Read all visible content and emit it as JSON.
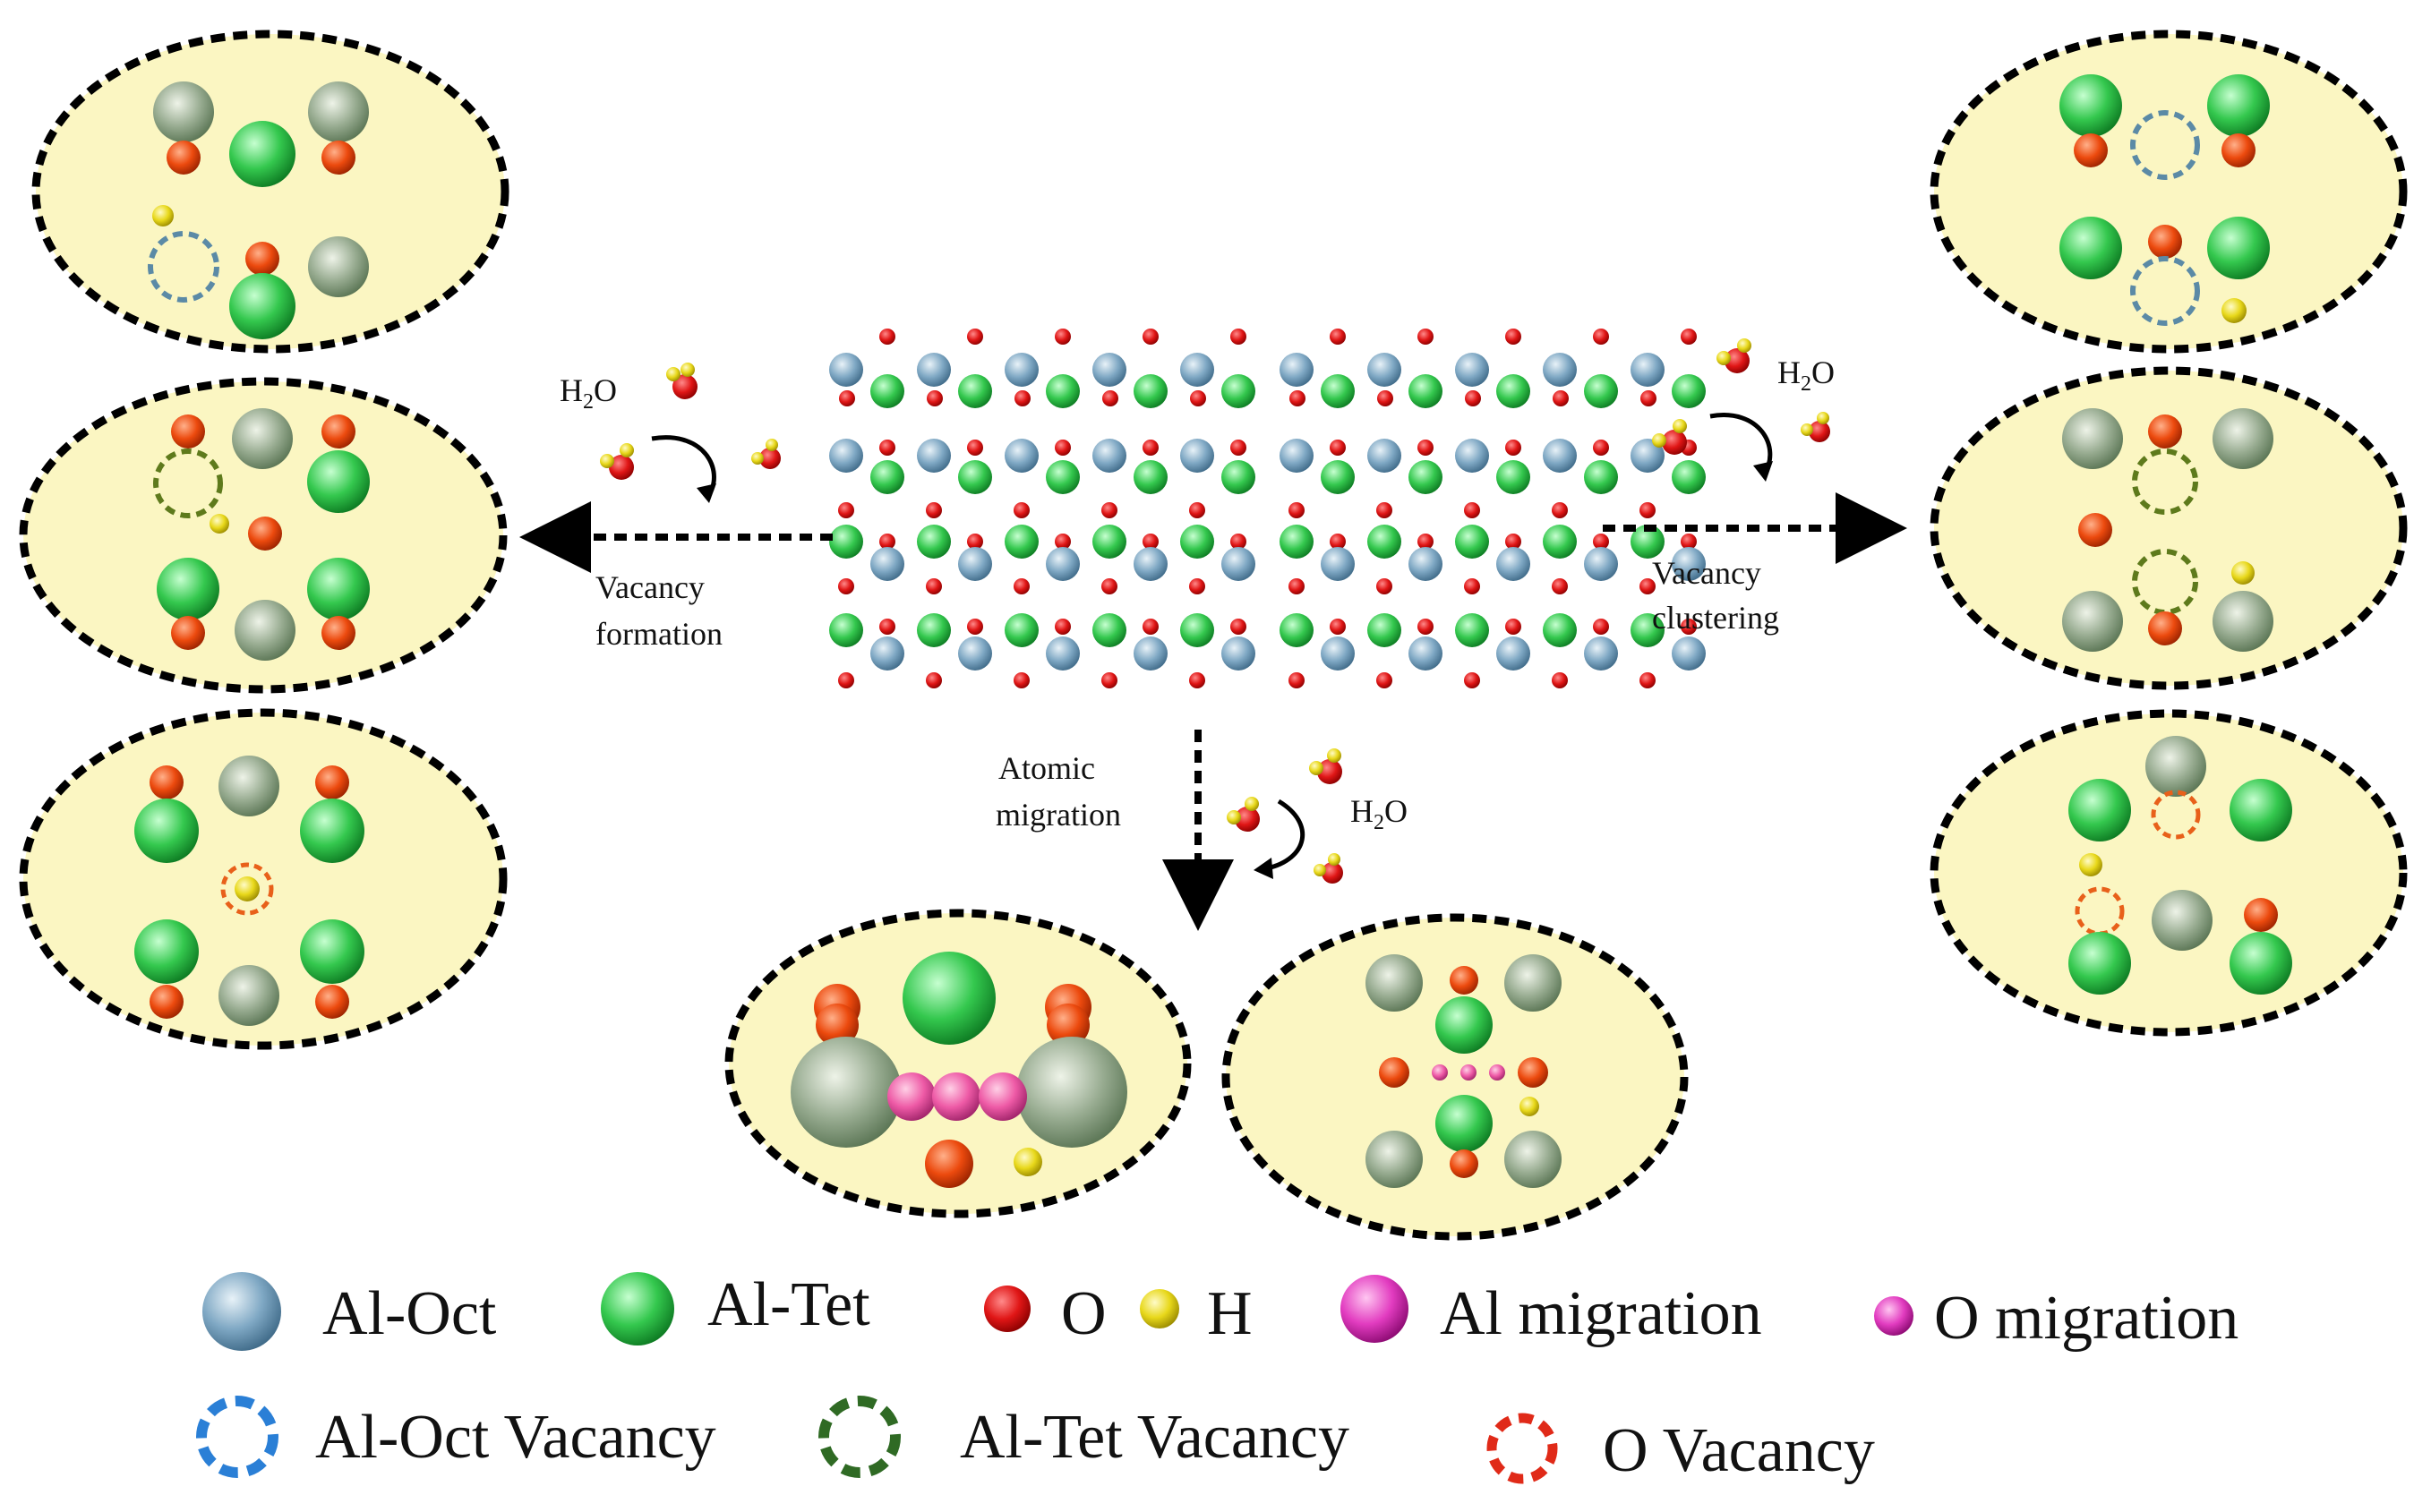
{
  "labels": {
    "water_left": "H",
    "water_left_sub": "2",
    "water_left_tail": "O",
    "water_right": "H",
    "water_right_sub": "2",
    "water_right_tail": "O",
    "water_bottom": "H",
    "water_bottom_sub": "2",
    "water_bottom_tail": "O",
    "vacancy_formation_1": "Vacancy",
    "vacancy_formation_2": "formation",
    "vacancy_clustering_1": "Vacancy",
    "vacancy_clustering_2": "clustering",
    "atomic_migration_1": "Atomic",
    "atomic_migration_2": "migration"
  },
  "legend": {
    "al_oct": "Al-Oct",
    "al_tet": "Al-Tet",
    "o": "O",
    "h": "H",
    "al_migration": "Al migration",
    "o_migration": "O migration",
    "al_oct_vacancy": "Al-Oct Vacancy",
    "al_tet_vacancy": "Al-Tet Vacancy",
    "o_vacancy": "O Vacancy"
  },
  "colors": {
    "al_oct": "#8fb3cc",
    "al_oct_panel": "#a3b59c",
    "al_tet": "#3fcf5a",
    "o": "#ee4a10",
    "h": "#e6d81e",
    "migration": "#e03cb8",
    "panel_fill": "#fbf6c2",
    "al_oct_vacancy": "#2a7fd6",
    "al_tet_vacancy": "#2f6a24",
    "o_vacancy": "#e02a18"
  }
}
